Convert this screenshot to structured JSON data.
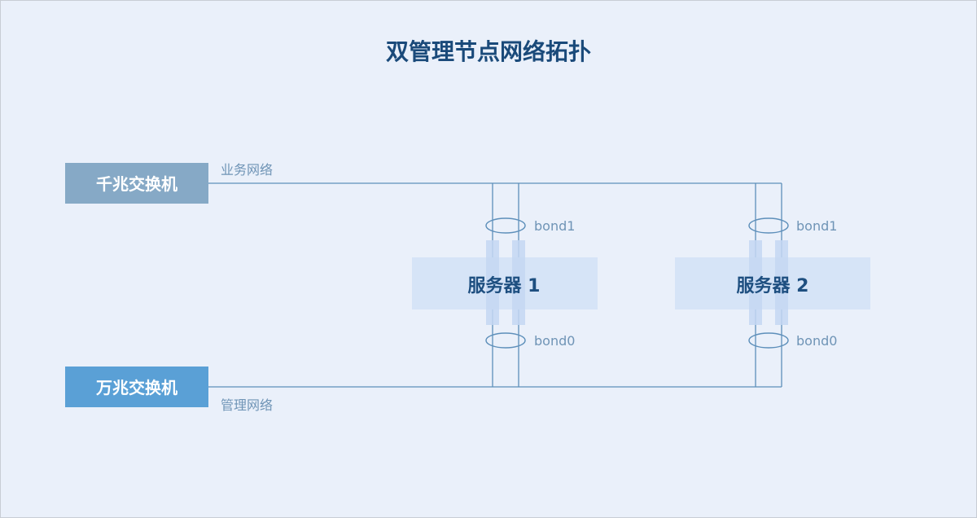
{
  "title": "双管理节点网络拓扑",
  "switches": [
    {
      "label": "千兆交换机",
      "color": "#86a9c6"
    },
    {
      "label": "万兆交换机",
      "color": "#5aa0d6"
    }
  ],
  "networks": {
    "business": "业务网络",
    "management": "管理网络"
  },
  "servers": [
    {
      "label": "服务器 1",
      "bond_top": "bond1",
      "bond_bottom": "bond0"
    },
    {
      "label": "服务器 2",
      "bond_top": "bond1",
      "bond_bottom": "bond0"
    }
  ],
  "colors": {
    "background": "#eaf0fa",
    "line": "#5d8fba",
    "server_box": "#d6e4f7",
    "port": "#c4d7f2"
  }
}
